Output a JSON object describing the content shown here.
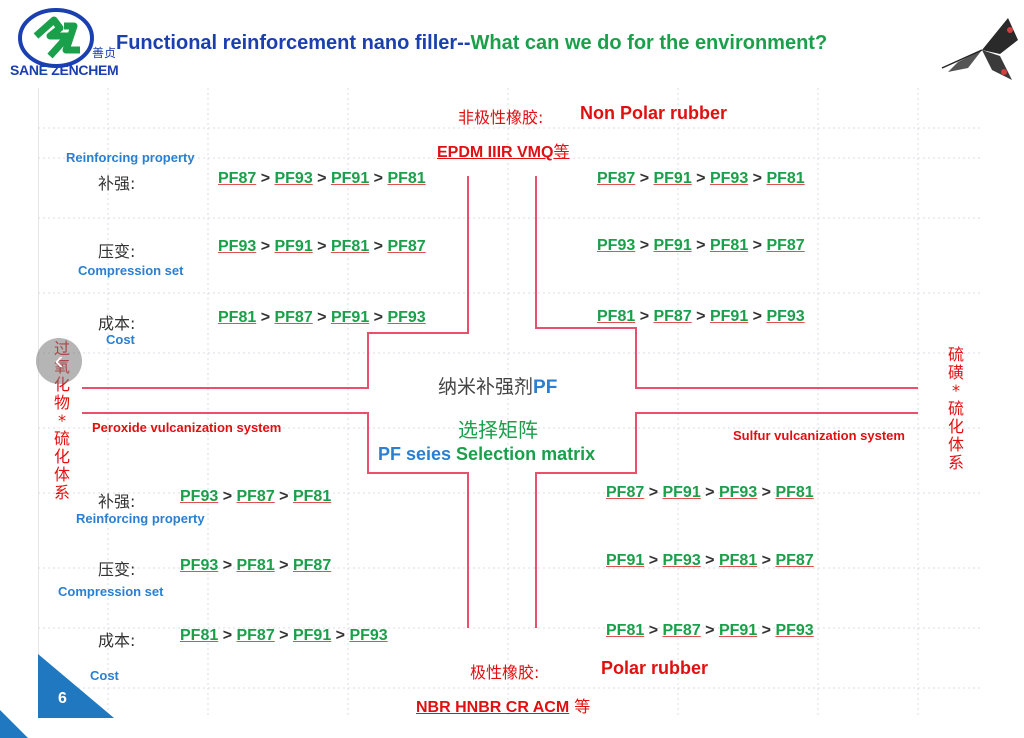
{
  "header": {
    "title_part1": "Functional reinforcement nano filler--",
    "title_part2": "What can we do for the environment?",
    "brand": "SANE ZENCHEM",
    "logo_cn": "善贞"
  },
  "page_number": "6",
  "top": {
    "label_cn": "非极性橡胶:",
    "label_en": "Non Polar rubber",
    "rubbers_prefix": "EPDM IIIR VMQ",
    "rubbers_cn": "等"
  },
  "bottom": {
    "label_cn": "极性橡胶:",
    "label_en": "Polar rubber",
    "rubbers_prefix": "NBR HNBR CR ACM",
    "rubbers_cn": " 等"
  },
  "center": {
    "line1_cn": "纳米补强剂",
    "line1_en": "PF",
    "line2_cn": "选择矩阵",
    "line3_blue": "PF seies ",
    "line3_green": "Selection matrix"
  },
  "left_vertical": "过氧化物*硫化体系",
  "right_vertical": "硫磺*硫化体系",
  "left_system_label": "Peroxide vulcanization system",
  "right_system_label": "Sulfur vulcanization system",
  "labels": {
    "reinforcing_cn": "补强:",
    "reinforcing_en": "Reinforcing property",
    "compression_cn": "压变:",
    "compression_en": "Compression set",
    "cost_cn": "成本:",
    "cost_en": "Cost"
  },
  "sequences": {
    "tl_reinforce": [
      "PF87",
      "PF93",
      "PF91",
      "PF81"
    ],
    "tl_compress": [
      "PF93",
      "PF91",
      "PF81",
      "PF87"
    ],
    "tl_cost": [
      "PF81",
      "PF87",
      "PF91",
      "PF93"
    ],
    "tr_reinforce": [
      "PF87",
      "PF91",
      "PF93",
      "PF81"
    ],
    "tr_compress": [
      "PF93",
      "PF91",
      "PF81",
      "PF87"
    ],
    "tr_cost": [
      "PF81",
      "PF87",
      "PF91",
      "PF93"
    ],
    "bl_reinforce": [
      "PF93",
      "PF87",
      "PF81"
    ],
    "bl_compress": [
      "PF93",
      "PF81",
      "PF87"
    ],
    "bl_cost": [
      "PF81",
      "PF87",
      "PF91",
      "PF93"
    ],
    "br_reinforce": [
      "PF87",
      "PF91",
      "PF93",
      "PF81"
    ],
    "br_compress": [
      "PF91",
      "PF93",
      "PF81",
      "PF87"
    ],
    "br_cost": [
      "PF81",
      "PF87",
      "PF91",
      "PF93"
    ]
  },
  "colors": {
    "title_blue": "#1a3fb0",
    "title_green": "#1aa04a",
    "red": "#e01010",
    "line_red": "#e8506e",
    "accent_blue": "#2078c0"
  }
}
